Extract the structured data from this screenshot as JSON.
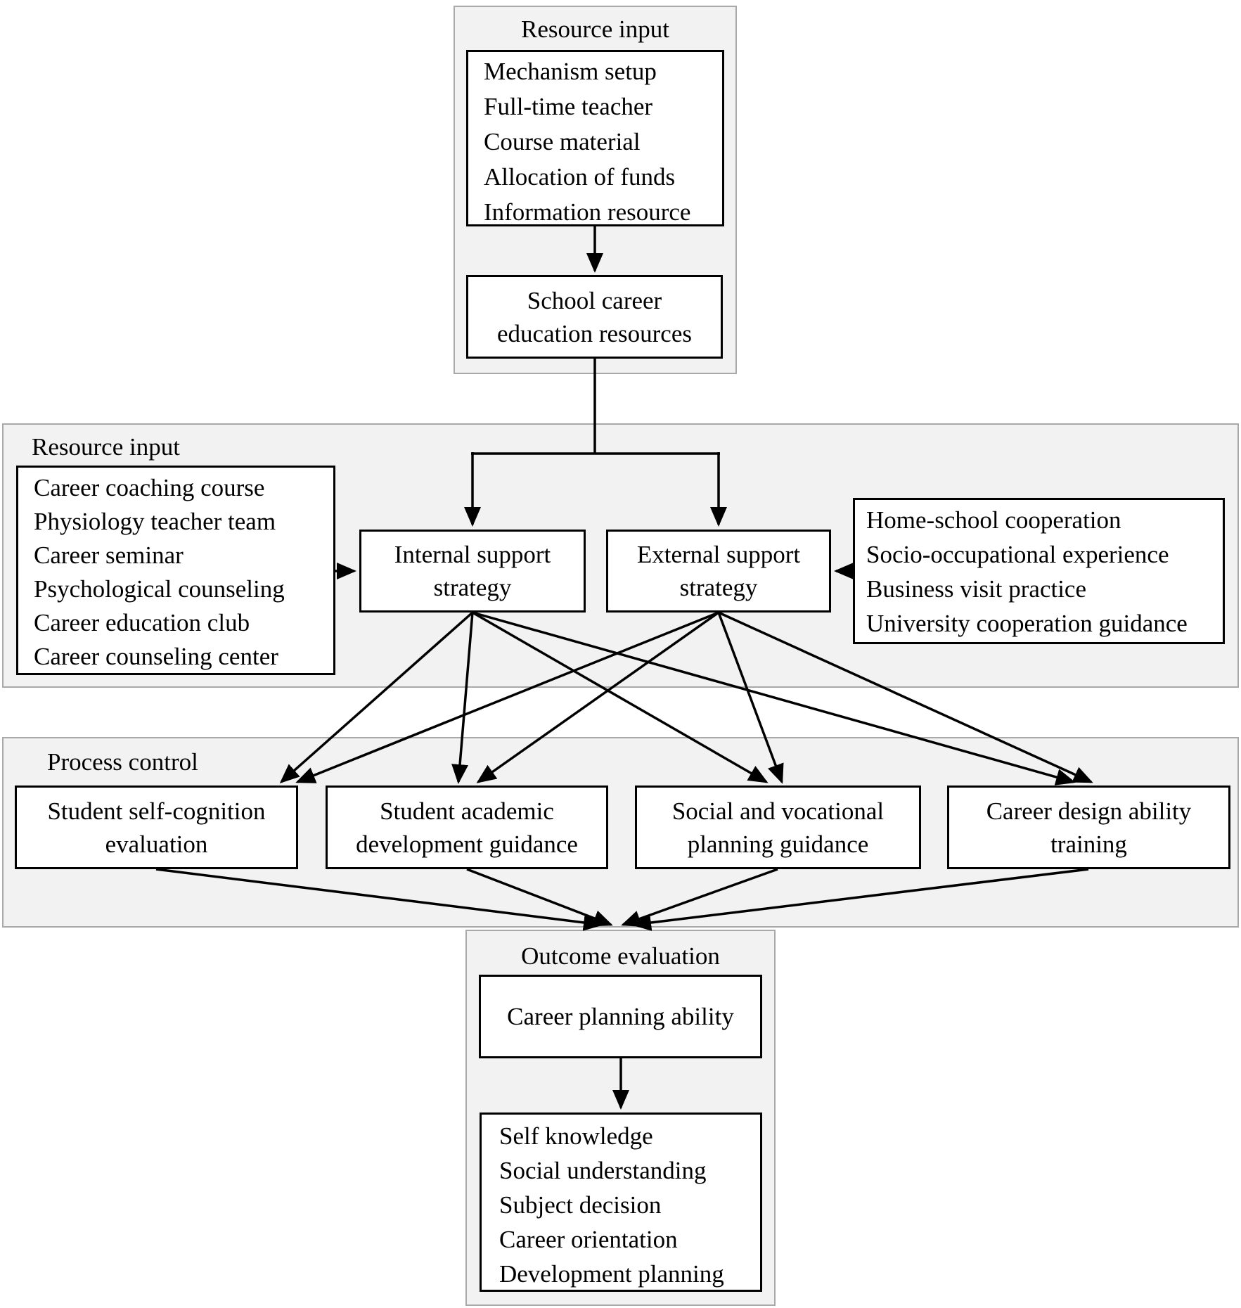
{
  "top_section": {
    "title": "Resource input",
    "resource_list": [
      "Mechanism setup",
      "Full-time teacher",
      "Course material",
      "Allocation of funds",
      "Information resource"
    ],
    "result_box": "School career education resources"
  },
  "middle_section": {
    "title": "Resource input",
    "internal_list": [
      "Career coaching course",
      "Physiology teacher team",
      "Career seminar",
      "Psychological counseling",
      "Career education club",
      "Career counseling center"
    ],
    "internal_strategy": "Internal support strategy",
    "external_strategy": "External support strategy",
    "external_list": [
      "Home-school cooperation",
      "Socio-occupational experience",
      "Business visit practice",
      "University cooperation guidance"
    ]
  },
  "process_section": {
    "title": "Process control",
    "boxes": [
      "Student self-cognition evaluation",
      "Student academic development guidance",
      "Social and vocational planning guidance",
      "Career design ability training"
    ]
  },
  "outcome_section": {
    "title": "Outcome evaluation",
    "ability_box": "Career planning ability",
    "outcome_list": [
      "Self knowledge",
      "Social understanding",
      "Subject decision",
      "Career orientation",
      "Development planning"
    ]
  },
  "colors": {
    "container_fill": "#f2f2f2",
    "container_border": "#a9a9a9",
    "box_border": "#000000",
    "arrow": "#000000"
  }
}
